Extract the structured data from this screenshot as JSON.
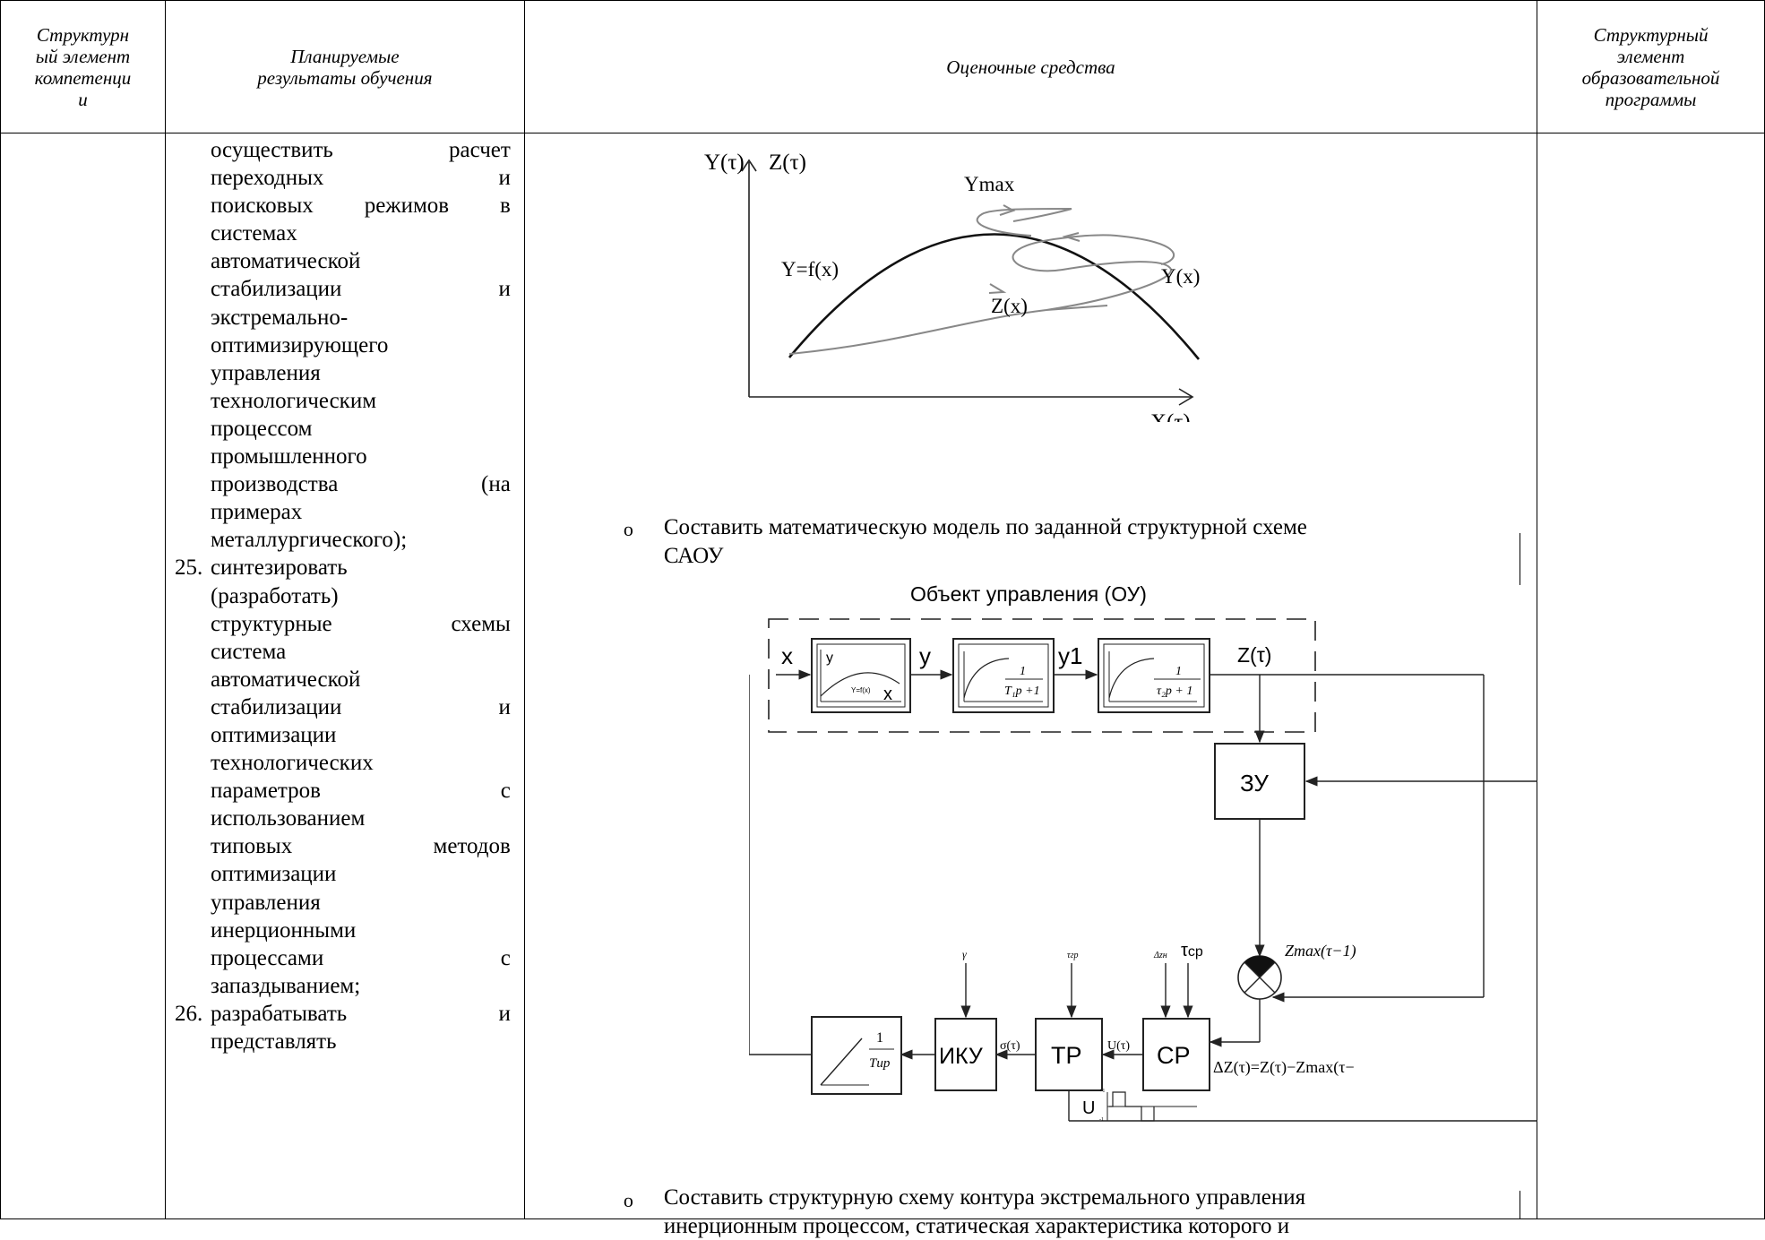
{
  "headers": {
    "col1": [
      "Структурн",
      "ый элемент",
      "компетенци",
      "и"
    ],
    "col2": [
      "Планируемые",
      "результаты обучения"
    ],
    "col3": "Оценочные средства",
    "col4": [
      "Структурный",
      "элемент",
      "образовательной",
      "программы"
    ]
  },
  "col2_lines": [
    "осуществить расчет",
    "переходных и",
    "поисковых режимов в",
    "системах",
    "автоматической",
    "стабилизации и",
    "экстремально-",
    "оптимизирующего",
    "управления",
    "технологическим",
    "процессом",
    "промышленного",
    "производства (на",
    "примерах",
    "металлургического);",
    "25.|синтезировать",
    "(разработать)",
    "структурные схемы",
    "система",
    "автоматической",
    "стабилизации и",
    "оптимизации",
    "технологических",
    "параметров с",
    "использованием",
    "типовых методов",
    "оптимизации",
    "управления",
    "инерционными",
    "процессами с",
    "запаздыванием;",
    "26.|разрабатывать и",
    "представлять"
  ],
  "graph1": {
    "y_axis_label": "Y(τ)",
    "z_axis_label": "Z(τ)",
    "x_axis_label": "X(τ)",
    "ymax_label": "Ymax",
    "yfx_label": "Y=f(x)",
    "yx_label": "Y(x)",
    "zx_label": "Z(x)"
  },
  "task1": {
    "bullet": "o",
    "line1": "Составить математическую модель по заданной структурной схеме",
    "line2": "САОУ"
  },
  "diagram2": {
    "title": "Объект управления (ОУ)",
    "x_in": "x",
    "y_out": "y",
    "y1_out": "y1",
    "z_out": "Z(τ)",
    "block1_y": "y",
    "block1_x": "x",
    "block1_fn": "Y=f(x)",
    "tf1_num": "1",
    "tf1_den": "T₁p +1",
    "tf2_num": "1",
    "tf2_den": "τ₂p + 1",
    "zu_label": "ЗУ",
    "zmax_label": "Zmax(τ−1)",
    "delta_label": "ΔZ(τ)=Z(τ)−Zmax(τ−",
    "cp_label": "СР",
    "tp_label": "ТР",
    "iku_label": "ИКУ",
    "int_num": "1",
    "int_den": "Tиp",
    "u_tau": "U(τ)",
    "sigma_tau": "σ(τ)",
    "gamma": "γ",
    "tau_gr": "τгр",
    "delta_zn": "Δzн",
    "tau_cp": "τ",
    "tau_cp_sub": "cp",
    "u_label": "U",
    "u_plus": "+1",
    "u_minus": "-1"
  },
  "task2": {
    "bullet": "o",
    "line1": "Составить структурную схему контура экстремального управления",
    "line2": "инерционным процессом, статическая характеристика которого и"
  }
}
